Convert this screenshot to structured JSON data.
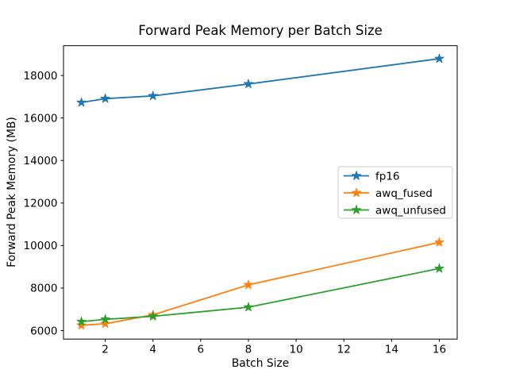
{
  "chart_data": {
    "type": "line",
    "title": "Forward Peak Memory per Batch Size",
    "xlabel": "Batch Size",
    "ylabel": "Forward Peak Memory (MB)",
    "x": [
      1,
      2,
      4,
      8,
      16
    ],
    "series": [
      {
        "name": "fp16",
        "color": "#1f77b4",
        "marker": "star",
        "values": [
          16730,
          16910,
          17040,
          17600,
          18790
        ]
      },
      {
        "name": "awq_fused",
        "color": "#ff7f0e",
        "marker": "star",
        "values": [
          6250,
          6320,
          6740,
          8150,
          10150
        ]
      },
      {
        "name": "awq_unfused",
        "color": "#2ca02c",
        "marker": "star",
        "values": [
          6420,
          6530,
          6670,
          7100,
          8920
        ]
      }
    ],
    "xlim": [
      0.25,
      16.75
    ],
    "ylim": [
      5600,
      19400
    ],
    "xticks": [
      2,
      4,
      6,
      8,
      10,
      12,
      14,
      16
    ],
    "yticks": [
      6000,
      8000,
      10000,
      12000,
      14000,
      16000,
      18000
    ],
    "grid": false,
    "legend_position": "center-right",
    "background_color": "#ffffff",
    "axis_color": "#000000",
    "legend_border_color": "#cccccc"
  }
}
